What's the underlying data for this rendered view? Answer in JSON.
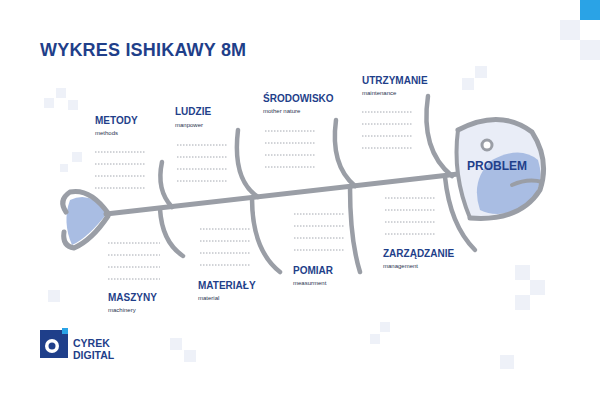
{
  "diagram": {
    "title": "WYKRES ISHIKAWY 8M",
    "nodes": [
      {
        "text": [
          "PROBLEM"
        ]
      }
    ],
    "labels": [
      "METODY",
      "methods",
      "LUDZIE",
      "manpower",
      "ŚRODOWISKO",
      "mother nature",
      "UTRZYMANIE",
      "maintenance",
      "MASZYNY",
      "machinery",
      "MATERIAŁY",
      "material",
      "POMIAR",
      "measurment",
      "ZARZĄDZANIE",
      "management",
      "CYREK",
      "DIGITAL"
    ]
  }
}
